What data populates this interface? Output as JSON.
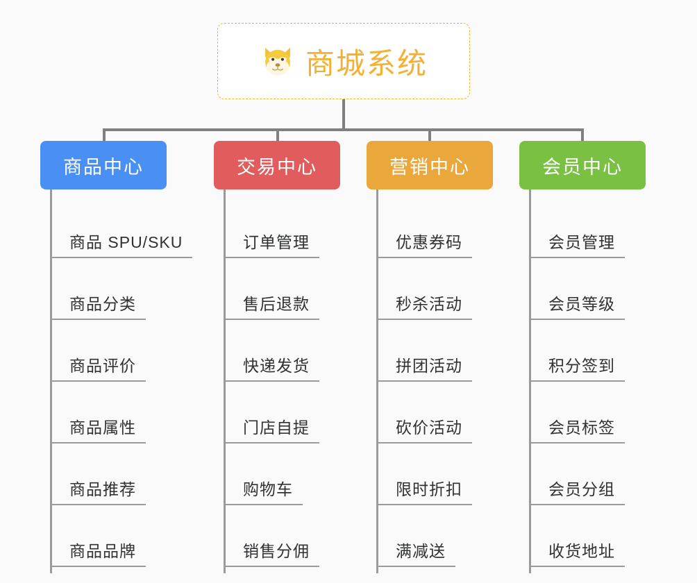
{
  "root": {
    "title": "商城系统",
    "icon": "dog-face-icon",
    "border_color": "#f0b429",
    "text_color": "#f2b134"
  },
  "connector": {
    "color": "#808080"
  },
  "branches": [
    {
      "label": "商品中心",
      "color": "#4a90f4",
      "children": [
        "商品 SPU/SKU",
        "商品分类",
        "商品评价",
        "商品属性",
        "商品推荐",
        "商品品牌"
      ]
    },
    {
      "label": "交易中心",
      "color": "#e15c5c",
      "children": [
        "订单管理",
        "售后退款",
        "快递发货",
        "门店自提",
        "购物车",
        "销售分佣"
      ]
    },
    {
      "label": "营销中心",
      "color": "#eaa83c",
      "children": [
        "优惠券码",
        "秒杀活动",
        "拼团活动",
        "砍价活动",
        "限时折扣",
        "满减送"
      ]
    },
    {
      "label": "会员中心",
      "color": "#7ac143",
      "children": [
        "会员管理",
        "会员等级",
        "积分签到",
        "会员标签",
        "会员分组",
        "收货地址"
      ]
    }
  ]
}
